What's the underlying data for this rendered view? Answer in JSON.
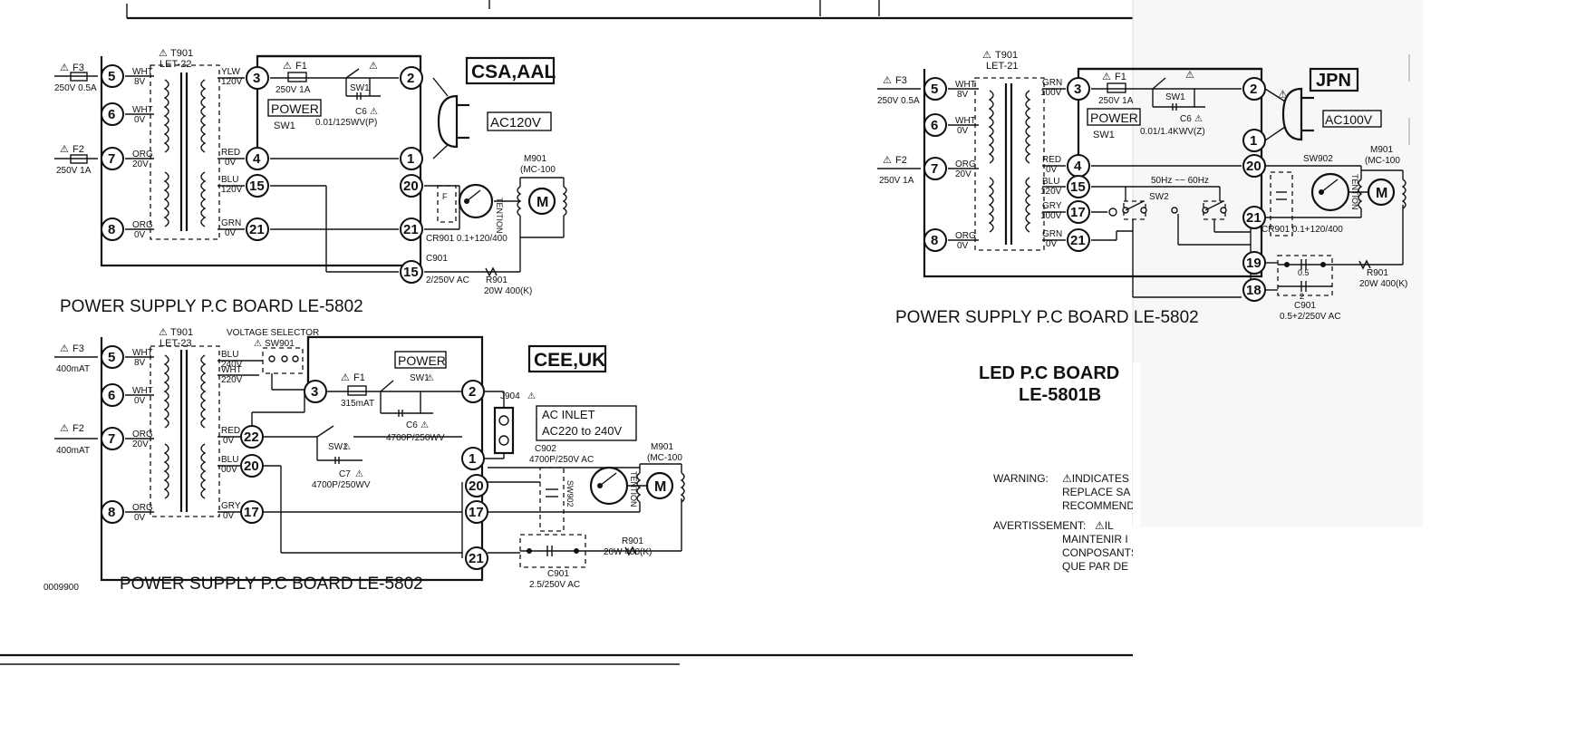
{
  "circuit_a": {
    "region": "CSA,AAL",
    "board": "POWER SUPPLY P.C BOARD LE-5802",
    "transformer": "T901",
    "transformer_model": "LET-22",
    "f3": "F3",
    "f3_rating": "250V 0.5A",
    "f2": "F2",
    "f2_rating": "250V 1A",
    "f1": "F1",
    "f1_rating": "250V 1A",
    "power": "POWER",
    "sw1": "SW1",
    "sw_label": "SW1",
    "c6": "C6",
    "c6_value": "0.01/125WV(P)",
    "ac": "AC120V",
    "motor": "M901",
    "motor_model": "(MC-100",
    "cr": "CR901 0.1+120/400",
    "f_label": "F",
    "c901": "C901",
    "c901_value": "2/250V AC",
    "r901": "R901",
    "r901_value": "20W 400(K)",
    "tention": "TENTION",
    "wires": [
      {
        "color": "WHT",
        "volt": "8V"
      },
      {
        "color": "WHT",
        "volt": "0V"
      },
      {
        "color": "ORG",
        "volt": "20V"
      },
      {
        "color": "ORG",
        "volt": "0V"
      },
      {
        "color": "YLW",
        "volt": "120V"
      },
      {
        "color": "RED",
        "volt": "0V"
      },
      {
        "color": "BLU",
        "volt": "120V"
      },
      {
        "color": "GRN",
        "volt": "0V"
      }
    ],
    "pins": [
      "5",
      "6",
      "7",
      "8",
      "3",
      "4",
      "15",
      "21",
      "2",
      "1",
      "20",
      "21",
      "15"
    ]
  },
  "circuit_b": {
    "region": "CEE,UK",
    "board": "POWER SUPPLY P.C BOARD LE-5802",
    "transformer": "T901",
    "transformer_model": "LET-23",
    "f3": "F3",
    "f3_rating": "400mAT",
    "f2": "F2",
    "f2_rating": "400mAT",
    "f1": "F1",
    "f1_rating": "315mAT",
    "selector": "VOLTAGE SELECTOR",
    "sw901": "SW901",
    "power": "POWER",
    "sw1": "SW1",
    "c6": "C6",
    "c6_value": "4700P/250WV",
    "sw_label": "SW1",
    "c7": "C7",
    "c7_value": "4700P/250WV",
    "j904": "J904",
    "inlet": "AC INLET",
    "inlet_range": "AC220 to 240V",
    "c902": "C902",
    "c902_value": "4700P/250V AC",
    "motor": "M901",
    "motor_model": "(MC-100",
    "sw902": "SW902",
    "tention": "TENTION",
    "r901": "R901",
    "r901_value": "20W 400(K)",
    "c901": "C901",
    "c901_value": "2.5/250V AC",
    "code": "0009900",
    "wires": [
      {
        "color": "WHT",
        "volt": "8V"
      },
      {
        "color": "WHT",
        "volt": "0V"
      },
      {
        "color": "ORG",
        "volt": "20V"
      },
      {
        "color": "ORG",
        "volt": "0V"
      },
      {
        "color": "BLU",
        "volt": "240V"
      },
      {
        "color": "WHT",
        "volt": "220V"
      },
      {
        "color": "RED",
        "volt": "0V"
      },
      {
        "color": "BLU",
        "volt": "00V"
      },
      {
        "color": "GRY",
        "volt": "0V"
      }
    ],
    "pins": [
      "5",
      "6",
      "7",
      "8",
      "3",
      "22",
      "20",
      "17",
      "2",
      "1",
      "20",
      "17",
      "21"
    ]
  },
  "circuit_c": {
    "region": "JPN",
    "board": "POWER SUPPLY P.C BOARD LE-5802",
    "transformer": "T901",
    "transformer_model": "LET-21",
    "f3": "F3",
    "f3_rating": "250V 0.5A",
    "f2": "F2",
    "f2_rating": "250V 1A",
    "f1": "F1",
    "f1_rating": "250V 1A",
    "power": "POWER",
    "sw1": "SW1",
    "sw_label": "SW1",
    "c6": "C6",
    "c6_value": "0.01/1.4KWV(Z)",
    "ac": "AC100V",
    "motor": "M901",
    "motor_model": "(MC-100",
    "sw902": "SW902",
    "tention": "TENTION",
    "freq": "50Hz ~~ 60Hz",
    "sw2": "SW2",
    "cr": "CR901 0.1+120/400",
    "r901": "R901",
    "r901_value": "20W 400(K)",
    "c901": "C901",
    "c901_value": "0.5+2/250V AC",
    "c_half": "0.5",
    "c_two": "2",
    "wires": [
      {
        "color": "WHT",
        "volt": "8V"
      },
      {
        "color": "WHT",
        "volt": "0V"
      },
      {
        "color": "ORG",
        "volt": "20V"
      },
      {
        "color": "ORG",
        "volt": "0V"
      },
      {
        "color": "GRN",
        "volt": "100V"
      },
      {
        "color": "RED",
        "volt": "0V"
      },
      {
        "color": "BLU",
        "volt": "120V"
      },
      {
        "color": "GRY",
        "volt": "100V"
      },
      {
        "color": "GRN",
        "volt": "0V"
      }
    ],
    "pins": [
      "5",
      "6",
      "7",
      "8",
      "3",
      "4",
      "15",
      "17",
      "21",
      "2",
      "1",
      "20",
      "21",
      "19",
      "18"
    ]
  },
  "led_board": {
    "line1": "LED P.C BOARD",
    "line2": "LE-5801B"
  },
  "warning": {
    "label": "WARNING:",
    "lines": [
      "⚠INDICATES",
      "REPLACE SA",
      "RECOMMEND"
    ]
  },
  "avertissement": {
    "label": "AVERTISSEMENT:",
    "lines": [
      "⚠IL",
      "MAINTENIR I",
      "CONPOSANTS",
      "QUE PAR DE"
    ]
  }
}
